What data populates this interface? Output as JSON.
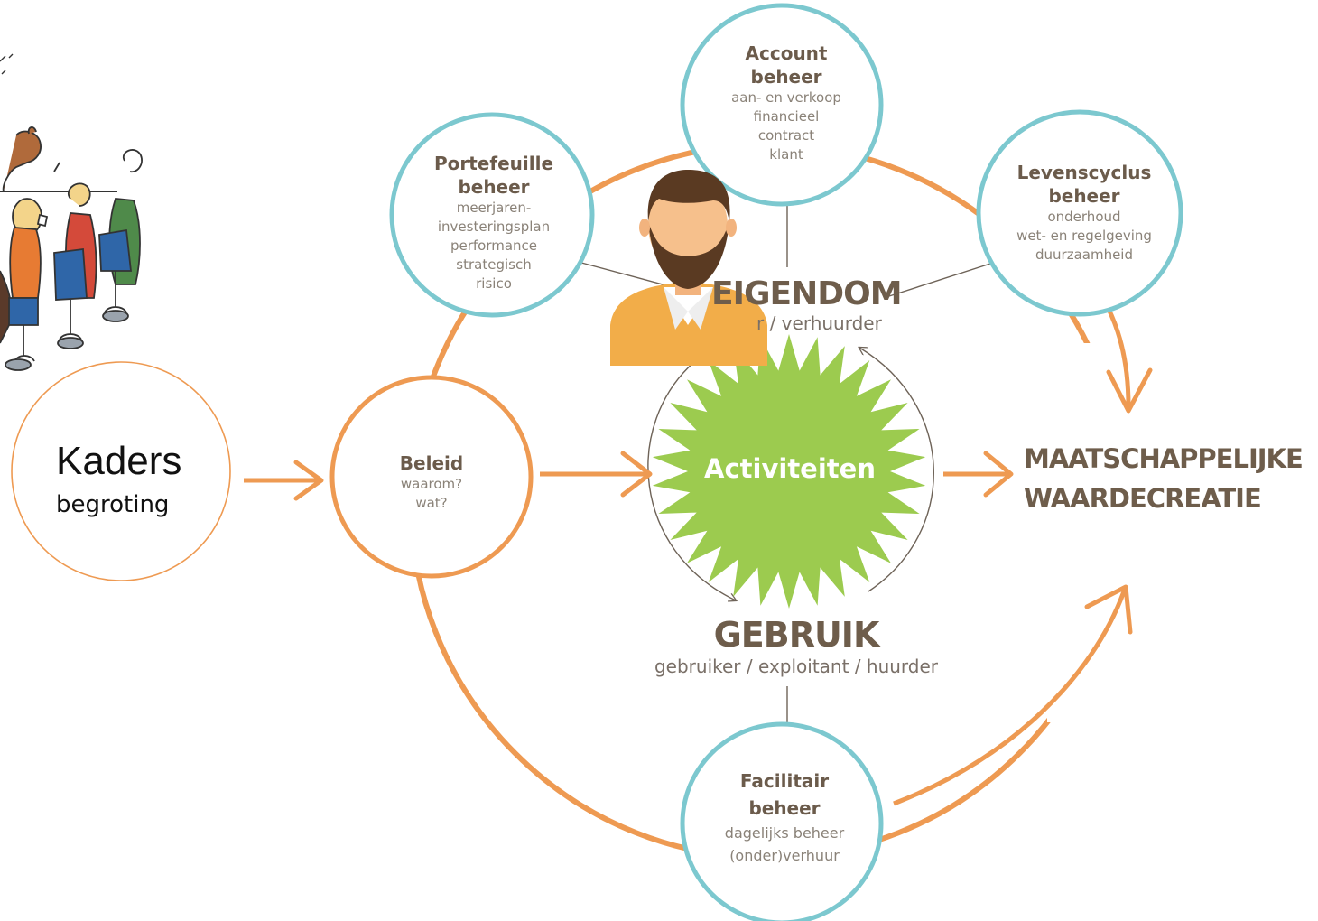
{
  "kaders": {
    "title": "Kaders",
    "subtitle": "begroting"
  },
  "beleid": {
    "title": "Beleid",
    "lines": [
      "waarom?",
      "wat?"
    ]
  },
  "center": {
    "label": "Activiteiten"
  },
  "eigendom": {
    "title": "EIGENDOM",
    "subtitle": "r / verhuurder"
  },
  "gebruik": {
    "title": "GEBRUIK",
    "subtitle": "gebruiker / exploitant / huurder"
  },
  "account": {
    "title1": "Account",
    "title2": "beheer",
    "lines": [
      "aan- en verkoop",
      "financieel",
      "contract",
      "klant"
    ]
  },
  "portefeuille": {
    "title1": "Portefeuille",
    "title2": "beheer",
    "lines": [
      "meerjaren-",
      "investeringsplan",
      "performance",
      "strategisch",
      "risico"
    ]
  },
  "levenscyclus": {
    "title1": "Levenscyclus",
    "title2": "beheer",
    "lines": [
      "onderhoud",
      "wet- en regelgeving",
      "duurzaamheid"
    ]
  },
  "facilitair": {
    "title1": "Facilitair",
    "title2": "beheer",
    "lines": [
      "dagelijks beheer",
      "(onder)verhuur"
    ]
  },
  "outcome": {
    "line1": "MAATSCHAPPELIJKE",
    "line2": "WAARDECREATIE"
  },
  "colors": {
    "orange": "#ee9a52",
    "teal": "#7cc8cf",
    "green": "#9ccb4f",
    "brown": "#6e5d4b"
  }
}
